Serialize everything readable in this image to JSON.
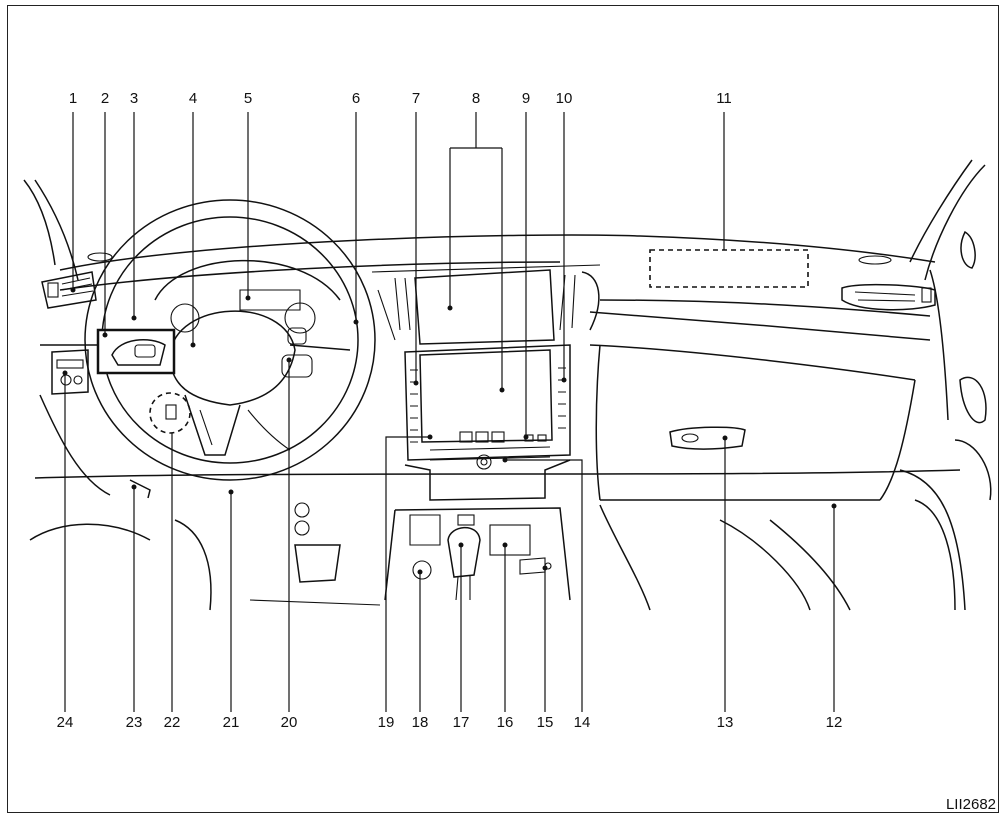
{
  "figure": {
    "code": "LII2682",
    "callouts": [
      "1",
      "2",
      "3",
      "4",
      "5",
      "6",
      "7",
      "8",
      "9",
      "10",
      "11",
      "12",
      "13",
      "14",
      "15",
      "16",
      "17",
      "18",
      "19",
      "20",
      "21",
      "22",
      "23",
      "24"
    ]
  }
}
